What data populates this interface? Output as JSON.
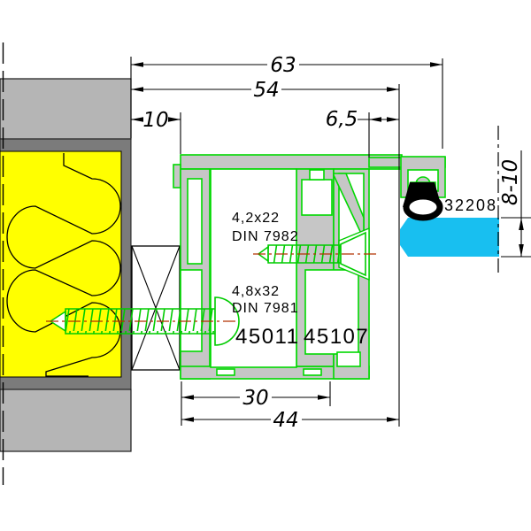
{
  "drawing": {
    "kind": "window-frame-mounting-cross-section",
    "texts": {
      "dim63": "63",
      "dim54": "54",
      "dim10": "10",
      "dim65": "6,5",
      "dim30": "30",
      "dim44": "44",
      "dim810": "8-10",
      "screw_top_size": "4,2x22",
      "screw_top_din": "DIN 7982",
      "screw_bottom_size": "4,8x32",
      "screw_bottom_din": "DIN 7981",
      "part_frame": "45011",
      "part_bead": "45107",
      "part_gasket": "32208"
    },
    "colors": {
      "profile_outline_green": "#00d900",
      "screw_green": "#00cc00",
      "insulation_yellow": "#ffff00",
      "glass_cyan": "#18bff0",
      "wall_light_gray": "#b5b5b5",
      "wall_dark_gray": "#7b7b7b",
      "profile_gray": "#c6c6c6",
      "centerline_red": "#b23000",
      "line_black": "#000000"
    }
  }
}
